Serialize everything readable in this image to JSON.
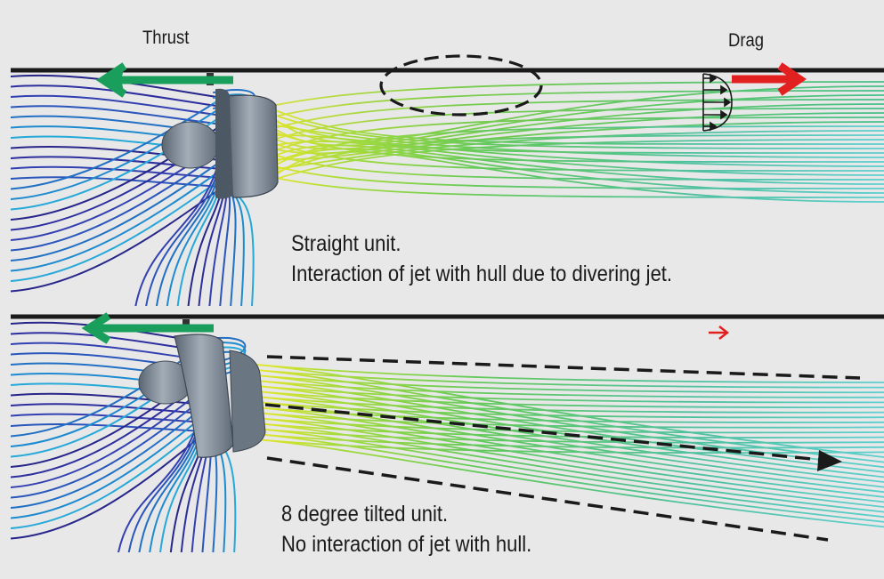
{
  "labels": {
    "thrust": "Thrust",
    "drag": "Drag"
  },
  "panels": [
    {
      "id": "straight",
      "caption_line1": "Straight unit.",
      "caption_line2": "Interaction of jet with hull due to divering jet."
    },
    {
      "id": "tilted",
      "caption_line1": "8 degree tilted unit.",
      "caption_line2": "No interaction of jet with hull."
    }
  ],
  "colors": {
    "background": "#e8e8e8",
    "hull_line": "#1a1a1a",
    "thrust_arrow": "#1a9e5c",
    "drag_arrow": "#e32020",
    "thruster_body": "#7c8a98",
    "streamline_intake": "#2b2f9c",
    "streamline_mid": "#1e88c8",
    "streamline_exit_hot": "#e8e82a",
    "streamline_jet": "#55c8b8"
  },
  "icons": {
    "thrust": "arrow-left",
    "drag": "arrow-right",
    "jet_direction": "arrow-right-dashed"
  }
}
